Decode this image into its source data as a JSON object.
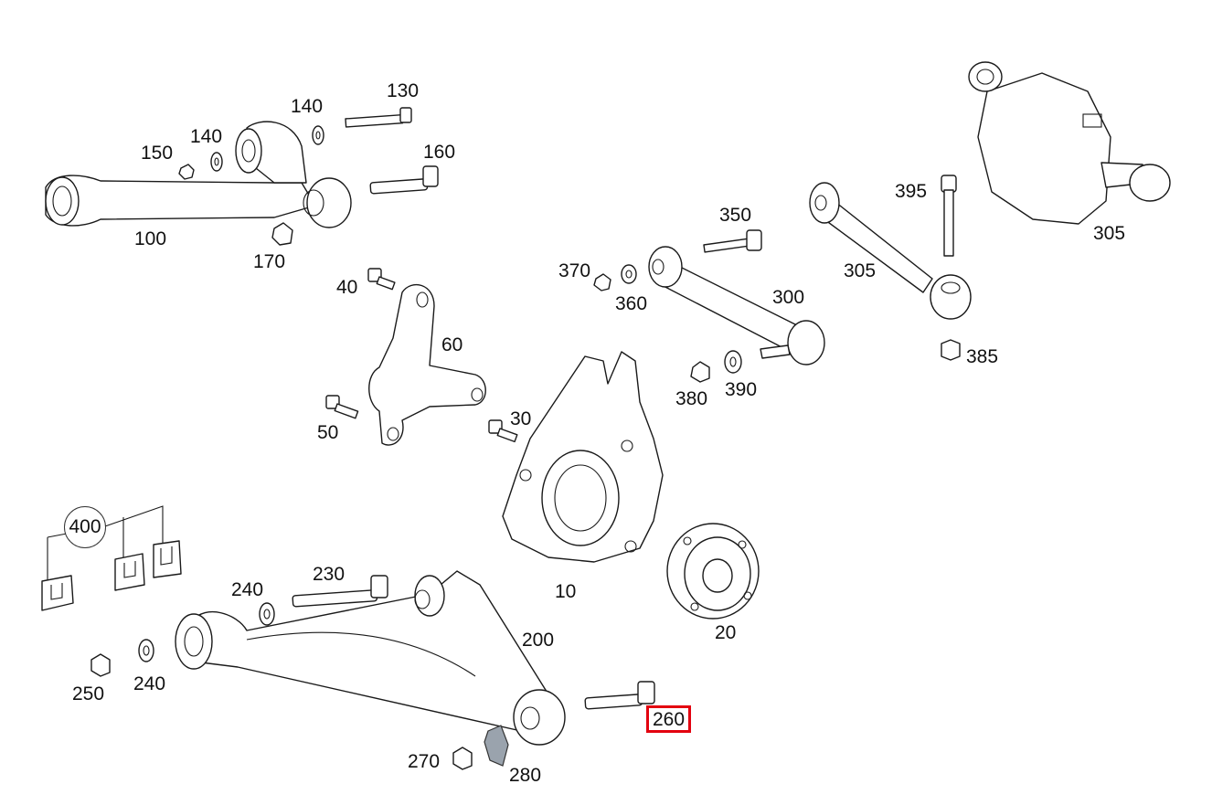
{
  "labels": {
    "p130": "130",
    "p140a": "140",
    "p140b": "140",
    "p150": "150",
    "p160": "160",
    "p100": "100",
    "p170": "170",
    "p40": "40",
    "p60": "60",
    "p50": "50",
    "p30": "30",
    "p370": "370",
    "p360": "360",
    "p350": "350",
    "p300": "300",
    "p380": "380",
    "p390": "390",
    "p395": "395",
    "p305a": "305",
    "p305b": "305",
    "p385": "385",
    "p10": "10",
    "p20": "20",
    "p400": "400",
    "p230": "230",
    "p240a": "240",
    "p240b": "240",
    "p250": "250",
    "p200": "200",
    "p260": "260",
    "p270": "270",
    "p280": "280"
  },
  "highlight": {
    "part": "260",
    "color": "#e3000f"
  }
}
